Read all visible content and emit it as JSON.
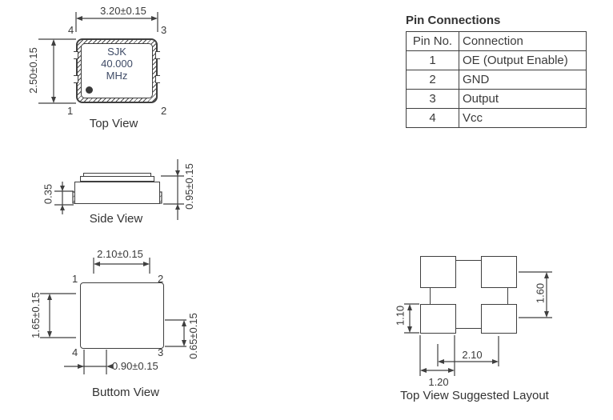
{
  "top_view": {
    "name": "Top View",
    "dim_width": "3.20±0.15",
    "dim_height": "2.50±0.15",
    "pin_tl": "4",
    "pin_tr": "3",
    "pin_bl": "1",
    "pin_br": "2",
    "chip_line1": "SJK",
    "chip_line2": "40.000",
    "chip_line3": "MHz"
  },
  "side_view": {
    "name": "Side View",
    "dim_base": "0.35",
    "dim_height": "0.95±0.15"
  },
  "bottom_view": {
    "name": "Buttom View",
    "dim_pitch_x": "2.10±0.15",
    "dim_pitch_y": "1.65±0.15",
    "dim_pad_height": "0.65±0.15",
    "dim_pad_width": "0.90±0.15",
    "pin_tl": "1",
    "pin_tr": "2",
    "pin_bl": "4",
    "pin_br": "3"
  },
  "layout_view": {
    "name": "Top View Suggested Layout",
    "dim_pad_height": "1.10",
    "dim_pitch_y": "1.60",
    "dim_pitch_x": "2.10",
    "dim_pad_width": "1.20"
  },
  "pin_table": {
    "title": "Pin Connections",
    "col_pin": "Pin No.",
    "col_connection": "Connection",
    "rows": [
      {
        "pin": "1",
        "connection": "OE (Output Enable)"
      },
      {
        "pin": "2",
        "connection": "GND"
      },
      {
        "pin": "3",
        "connection": "Output"
      },
      {
        "pin": "4",
        "connection": "Vcc"
      }
    ]
  },
  "colors": {
    "line": "#3f3f3f",
    "text": "#3a3a3a",
    "chip_text": "#3f4b66"
  }
}
